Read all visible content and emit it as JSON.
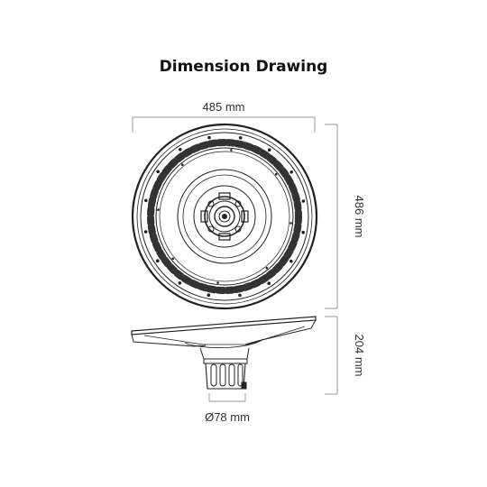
{
  "title": "Dimension Drawing",
  "dimensions": {
    "width": "485 mm",
    "depth": "486 mm",
    "height": "204 mm",
    "diameter": "Ø78 mm"
  },
  "colors": {
    "line": "#222222",
    "dimension_line": "#999999",
    "text": "#333333"
  }
}
